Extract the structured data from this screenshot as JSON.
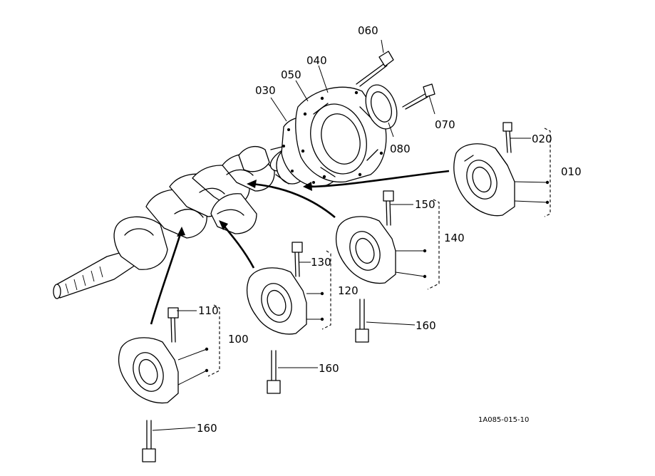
{
  "parts": {
    "p010": "010",
    "p020": "020",
    "p030": "030",
    "p040": "040",
    "p050": "050",
    "p060": "060",
    "p070": "070",
    "p080": "080",
    "p100": "100",
    "p110": "110",
    "p120": "120",
    "p130": "130",
    "p140": "140",
    "p150": "150",
    "p160": "160"
  },
  "figure_code": "1A085-015-10"
}
